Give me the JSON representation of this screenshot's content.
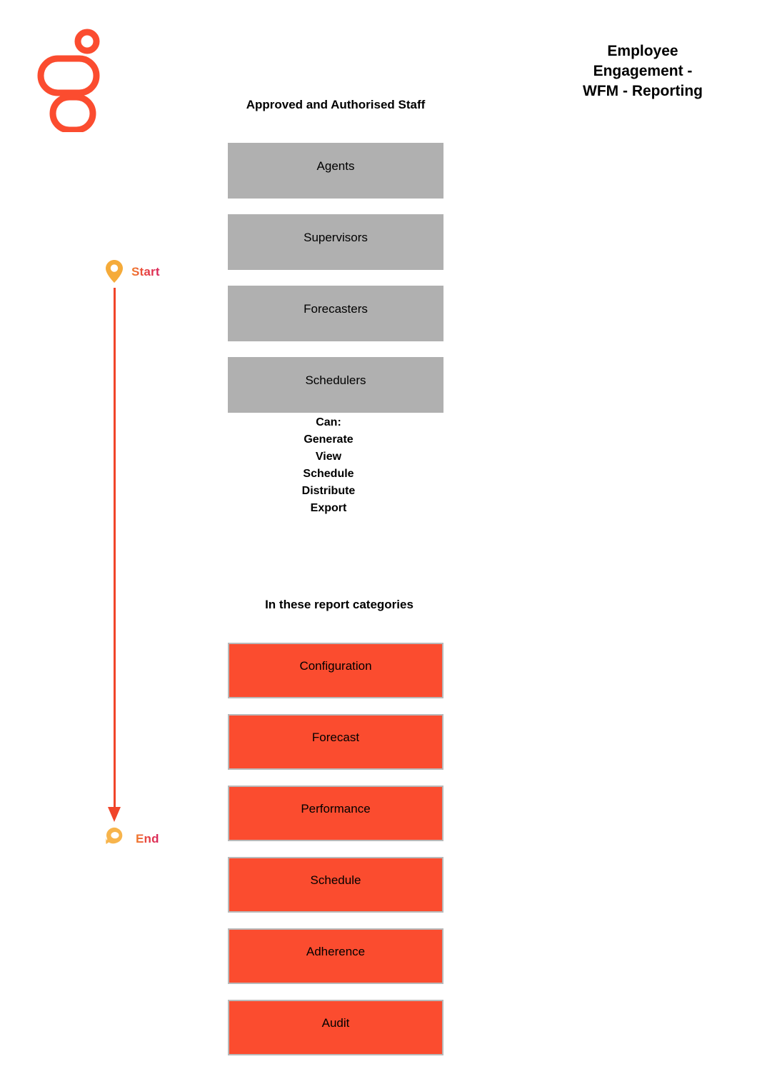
{
  "header": {
    "title_lines": [
      "Employee",
      "Engagement -",
      "WFM - Reporting"
    ],
    "logo_name": "company-logo"
  },
  "flow": {
    "start_label": "Start",
    "end_label": "End",
    "line_color": "#f0452a",
    "pin_color": "#f5ab3a"
  },
  "staff_section": {
    "heading": "Approved and Authorised Staff",
    "box_color": "#b0b0b0",
    "items": [
      {
        "label": "Agents"
      },
      {
        "label": "Supervisors"
      },
      {
        "label": "Forecasters"
      },
      {
        "label": "Schedulers"
      }
    ],
    "capabilities": [
      "Can:",
      "Generate",
      "View",
      "Schedule",
      "Distribute",
      "Export"
    ]
  },
  "category_section": {
    "heading": "In these report categories",
    "box_color": "#fb4c2f",
    "border_color": "#b9b9b9",
    "items": [
      {
        "label": "Configuration"
      },
      {
        "label": "Forecast"
      },
      {
        "label": "Performance"
      },
      {
        "label": "Schedule"
      },
      {
        "label": "Adherence"
      },
      {
        "label": "Audit"
      }
    ]
  }
}
